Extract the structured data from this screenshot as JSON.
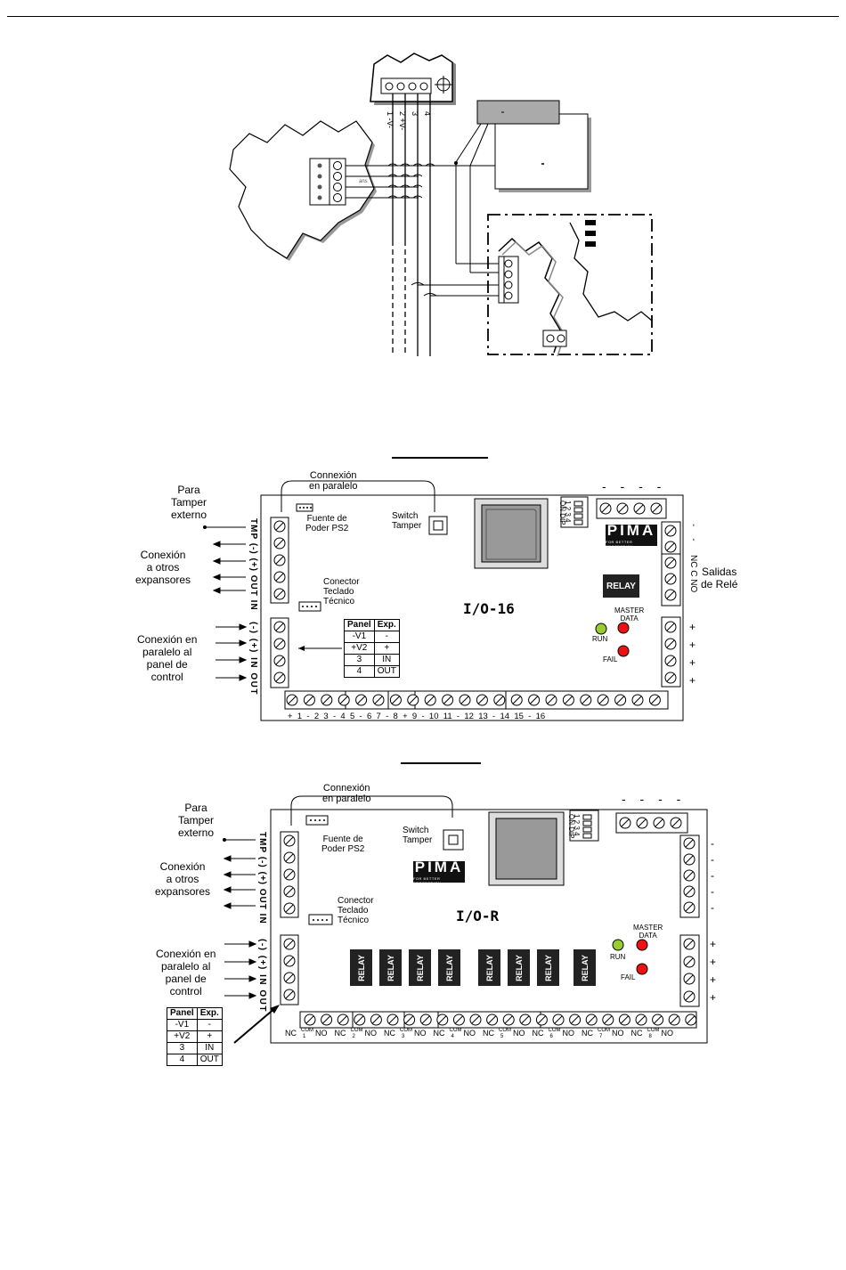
{
  "top_diagram": {
    "terminal_labels": [
      "1 -V-",
      "2 +V-",
      "3",
      "4"
    ],
    "small_label": "ans"
  },
  "io16": {
    "title": "I/O-16",
    "parallel_connection_label": "Connexión\nen paralelo",
    "para_tamper_label": "Para\nTamper\nexterno",
    "conexion_otros_label": "Conexión\na otros\nexpansores",
    "conexion_paralelo_label": "Conexión en\nparalelo al\npanel de\ncontrol",
    "fuente_label": "Fuente de\nPoder PS2",
    "switch_tamper_label": "Switch\nTamper",
    "conector_label": "Conector\nTeclado\nTécnico",
    "left_terminals_top": [
      "TMP",
      "(-)",
      "(+)",
      "OUT",
      "IN"
    ],
    "left_terminals_bottom": [
      "(-)",
      "(+)",
      "IN",
      "OUT"
    ],
    "relay_label": "RELAY",
    "master_data_label": "MASTER\nDATA",
    "run_label": "RUN",
    "fail_label": "FAIL",
    "salidas_label": "Salidas\nde Relé",
    "relay_terms_label": "NC C NO",
    "dip_label_on": "ON DIP",
    "dip_numbers": "1 2 3 4",
    "logo_text": "PIMA",
    "top_dashes": "- - - -",
    "right_top_dashes": "- -",
    "right_plus": [
      "+",
      "+",
      "+",
      "+"
    ],
    "bottom_labels": "+  1  -  2  3  -  4  5  -  6  7  -  8  +  9  -  10  11  -  12  13  -  14  15  -  16",
    "table": {
      "headers": [
        "Panel",
        "Exp."
      ],
      "rows": [
        [
          "-V1",
          "-"
        ],
        [
          "+V2",
          "+"
        ],
        [
          "3",
          "IN"
        ],
        [
          "4",
          "OUT"
        ]
      ]
    }
  },
  "ior": {
    "title": "I/O-R",
    "parallel_connection_label": "Connexión\nen paralelo",
    "para_tamper_label": "Para\nTamper\nexterno",
    "conexion_otros_label": "Conexión\na otros\nexpansores",
    "conexion_paralelo_label": "Conexión en\nparalelo al\npanel de\ncontrol",
    "fuente_label": "Fuente de\nPoder PS2",
    "switch_tamper_label": "Switch\nTamper",
    "conector_label": "Conector\nTeclado\nTécnico",
    "left_terminals_top": [
      "TMP",
      "(-)",
      "(+)",
      "OUT",
      "IN"
    ],
    "left_terminals_bottom": [
      "(-)",
      "(+)",
      "IN",
      "OUT"
    ],
    "relays": [
      "RELAY",
      "RELAY",
      "RELAY",
      "RELAY",
      "RELAY",
      "RELAY",
      "RELAY",
      "RELAY"
    ],
    "master_data_label": "MASTER\nDATA",
    "run_label": "RUN",
    "fail_label": "FAIL",
    "dip_label_on": "ON DIP",
    "dip_numbers": "1 2 3 4",
    "logo_text": "PIMA",
    "top_dashes": "- - - -",
    "right_minus": [
      "-",
      "-",
      "-",
      "-",
      "-"
    ],
    "right_plus": [
      "+",
      "+",
      "+",
      "+"
    ],
    "bottom_groups": [
      {
        "nc": "NC",
        "com": "COM",
        "n": "1",
        "no": "NO"
      },
      {
        "nc": "NC",
        "com": "COM",
        "n": "2",
        "no": "NO"
      },
      {
        "nc": "NC",
        "com": "COM",
        "n": "3",
        "no": "NO"
      },
      {
        "nc": "NC",
        "com": "COM",
        "n": "4",
        "no": "NO"
      },
      {
        "nc": "NC",
        "com": "COM",
        "n": "5",
        "no": "NO"
      },
      {
        "nc": "NC",
        "com": "COM",
        "n": "6",
        "no": "NO"
      },
      {
        "nc": "NC",
        "com": "COM",
        "n": "7",
        "no": "NO"
      },
      {
        "nc": "NC",
        "com": "COM",
        "n": "8",
        "no": "NO"
      }
    ],
    "table": {
      "headers": [
        "Panel",
        "Exp."
      ],
      "rows": [
        [
          "-V1",
          "-"
        ],
        [
          "+V2",
          "+"
        ],
        [
          "3",
          "IN"
        ],
        [
          "4",
          "OUT"
        ]
      ]
    }
  }
}
